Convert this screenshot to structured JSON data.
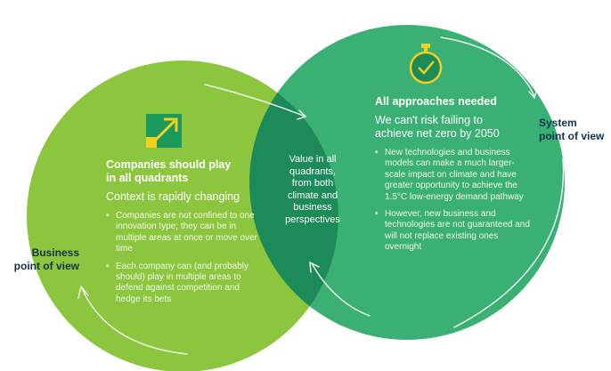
{
  "colors": {
    "left_circle": "#8cc63f",
    "right_circle": "#3ab074",
    "overlap": "#1d8a5a",
    "label_text": "#14324a",
    "icon_square": "#1a9a5a",
    "icon_accent": "#f5cf1f"
  },
  "icons": {
    "left": "arrow-square-icon",
    "right": "stopwatch-icon"
  },
  "left": {
    "heading_line1": "Companies should play",
    "heading_line2": "in all quadrants",
    "subheading": "Context is rapidly changing",
    "bullets": [
      "Companies are not confined to one innovation type; they can be in multiple areas at once or move over time",
      "Each company can (and probably should) play in multiple areas to defend against competition and hedge its bets"
    ]
  },
  "right": {
    "heading": "All approaches needed",
    "subheading_line1": "We can't risk failing to",
    "subheading_line2": "achieve net zero by 2050",
    "bullets": [
      "New technologies and business models can make a much larger-scale impact on climate and have greater opportunity to achieve the 1.5°C low-energy demand pathway",
      "However, new business and technologies are not guaranteed and will not replace existing ones overnight"
    ]
  },
  "center": {
    "lines": [
      "Value in all",
      "quadrants,",
      "from both",
      "climate and",
      "business",
      "perspectives"
    ]
  },
  "labels": {
    "business_line1": "Business",
    "business_line2": "point of view",
    "system_line1": "System",
    "system_line2": "point of view"
  }
}
